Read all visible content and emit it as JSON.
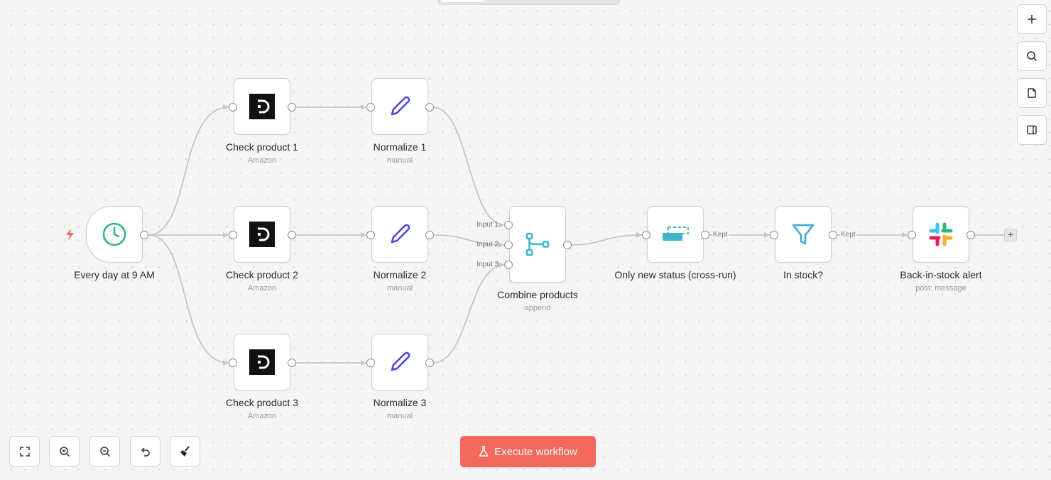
{
  "workflow": {
    "trigger": {
      "label": "Every day at 9 AM",
      "icon": "clock-icon"
    },
    "check_nodes": [
      {
        "label": "Check product 1",
        "sub": "Amazon",
        "icon": "decodo-icon"
      },
      {
        "label": "Check product 2",
        "sub": "Amazon",
        "icon": "decodo-icon"
      },
      {
        "label": "Check product 3",
        "sub": "Amazon",
        "icon": "decodo-icon"
      }
    ],
    "normalize_nodes": [
      {
        "label": "Normalize 1",
        "sub": "manual",
        "icon": "pencil-icon"
      },
      {
        "label": "Normalize 2",
        "sub": "manual",
        "icon": "pencil-icon"
      },
      {
        "label": "Normalize 3",
        "sub": "manual",
        "icon": "pencil-icon"
      }
    ],
    "merge": {
      "label": "Combine products",
      "sub": "append",
      "inputs": [
        "Input 1",
        "Input 2",
        "Input 3"
      ],
      "icon": "merge-icon"
    },
    "dedupe": {
      "label": "Only new status (cross-run)",
      "icon": "remove-duplicates-icon"
    },
    "filter": {
      "label": "In stock?",
      "icon": "funnel-icon"
    },
    "slack": {
      "label": "Back-in-stock alert",
      "sub": "post: message",
      "icon": "slack-icon"
    },
    "edge_labels": {
      "dedupe_out": "Kept",
      "filter_out": "Kept"
    }
  },
  "toolbar_right": {
    "add": "add-node",
    "search": "search",
    "sticky": "sticky-note",
    "panel": "toggle-panel"
  },
  "toolbar_bottom": {
    "fit": "fit-view",
    "zoom_in": "zoom-in",
    "zoom_out": "zoom-out",
    "reset": "reset-zoom",
    "tidy": "tidy-up"
  },
  "execute": {
    "label": "Execute workflow"
  },
  "colors": {
    "accent": "#f26a5b",
    "clock": "#35b389",
    "pencil": "#4a4bd6",
    "merge": "#3fb6c8",
    "edge": "#c6c6cc"
  }
}
